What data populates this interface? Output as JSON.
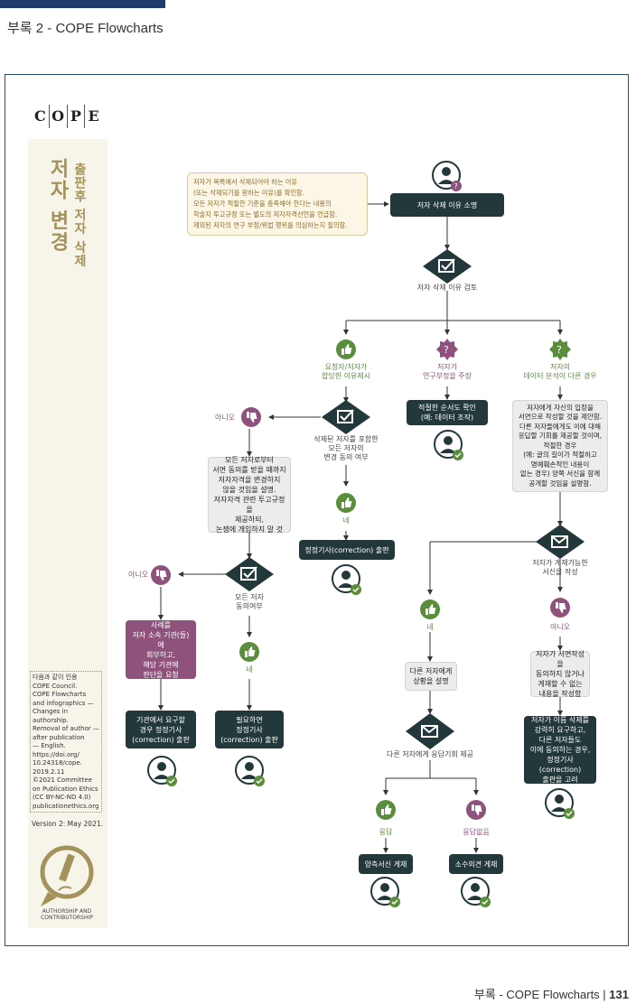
{
  "header": {
    "title": "부록 2 - COPE Flowcharts"
  },
  "footer": {
    "text": "부록 - COPE Flowcharts | ",
    "page": "131"
  },
  "sidebar": {
    "logo_letters": [
      "C",
      "O",
      "P",
      "E"
    ],
    "title_main": "저자 변경",
    "title_sub": "출판후 저자 삭제",
    "credit": "다음과 같이 인용\nCOPE Council.\nCOPE Flowcharts\nand infographics —\nChanges in authorship.\nRemoval of author —\nafter publication\n— English.\nhttps://doi.org/\n10.24318/cope.\n2019.2.11\n©2021 Committee\non Publication Ethics\n(CC BY-NC-ND 4.0)\npublicationethics.org",
    "version": "Version 2: May 2021.",
    "badge_text": "AUTHORSHIP AND CONTRIBUTORSHIP"
  },
  "flow": {
    "note": "저자가 목록에서 삭제되어야 하는 이유\n(또는 삭제되기를 원하는 이유)를 확인함.\n모든 저자가 적절한 기준을 충족해야 한다는 내용의\n학술지 투고규정 또는 별도의 저자자격선언을 언급함.\n제외된 저자의 연구 부정/위법 행위를 의심하는지 질의함.",
    "start": "저자 삭제 이유 소명",
    "review": "저자 삭제 이유 검토",
    "branch_valid": "요청자/저자가\n합당한 이유제시",
    "branch_misconduct": "저자가\n연구부정을 주장",
    "branch_data": "저자의\n데이터 분석이 다른 경우",
    "misconduct_action": "적절한 순서도 확인\n(예: 데이터 조작)",
    "data_action": "저자에게 자신의 입장을\n서면으로 작성할 것을 제안함.\n다른 저자들에게도 이에 대해\n응답할 기회를 제공할 것이며,\n적절한 경우\n(예: 글의 길이가 적절하고\n명예훼손적인 내용이\n없는 경우) 양쪽 서신을 함께\n공개할 것임을 설명함.",
    "q_consent": "삭제된 저자를 포함한\n모든 저자의\n변경 동의 여부",
    "no": "아니오",
    "yes": "네",
    "no_consent_action": "모든 저자로부터\n서면 동의를 받을 때까지\n저자자격을 변경하지\n않을 것임을 설명.\n저자자격 관련 투고규정을\n제공하되,\n논쟁에 개입하지 말 것",
    "correction": "정정기사(correction) 출판",
    "q_all_agree": "모든 저자\n동의여부",
    "refer_institution": "사례를\n저자 소속 기관(들)에\n회부하고,\n해당 기관에\n판단을 요청",
    "institution_correction": "기관에서 요구할\n경우 정정기사\n(correction) 출판",
    "if_needed_correction": "필요하면\n정정기사\n(correction) 출판",
    "q_letter": "저자가 게재가능한\n서신을 작성",
    "explain_others": "다른 저자에게\n상황을 설명",
    "offer_reply": "다른 저자에게 응답기회 제공",
    "no_letter_action": "저자가 서면작성을\n동의하지 않거나\n게재할 수 없는\n내용을 작성함",
    "consider_correction": "저자가 이름 삭제를\n강력히 요구하고,\n다른 저자들도\n이에 동의하는 경우,\n정정기사(correction)\n출판을 고려",
    "reply": "응답",
    "no_reply": "응답없음",
    "publish_both": "양측서신 게재",
    "publish_minority": "소수의견 게재"
  },
  "colors": {
    "navy": "#1f3a6b",
    "dark": "#23383a",
    "green": "#5a8e3c",
    "purple": "#8e527d",
    "gold": "#a4925a"
  }
}
